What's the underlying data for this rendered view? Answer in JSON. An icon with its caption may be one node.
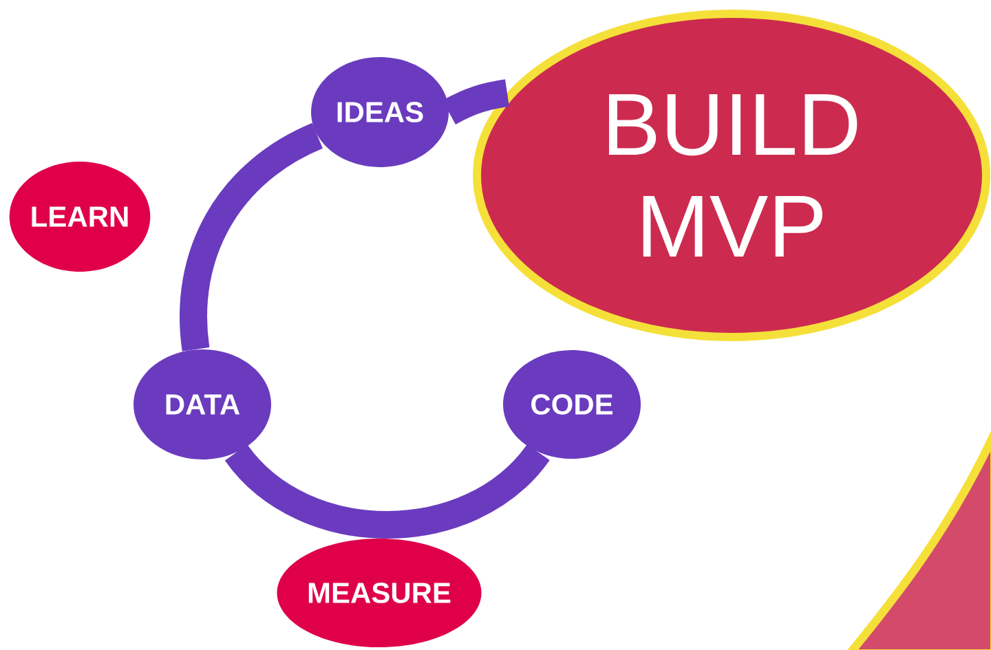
{
  "diagram": {
    "nodes": [
      {
        "text": [
          "IDEAS"
        ]
      },
      {
        "text": [
          "BUILD MVP"
        ]
      },
      {
        "text": [
          "CODE"
        ]
      },
      {
        "text": [
          "MEASURE"
        ]
      },
      {
        "text": [
          "DATA"
        ]
      },
      {
        "text": [
          "LEARN"
        ]
      }
    ],
    "edges": [
      {
        "from": 0,
        "to": 4,
        "arrow": "none"
      },
      {
        "from": 4,
        "to": 2,
        "arrow": "none"
      },
      {
        "from": 0,
        "to": 1,
        "arrow": "none"
      }
    ]
  }
}
